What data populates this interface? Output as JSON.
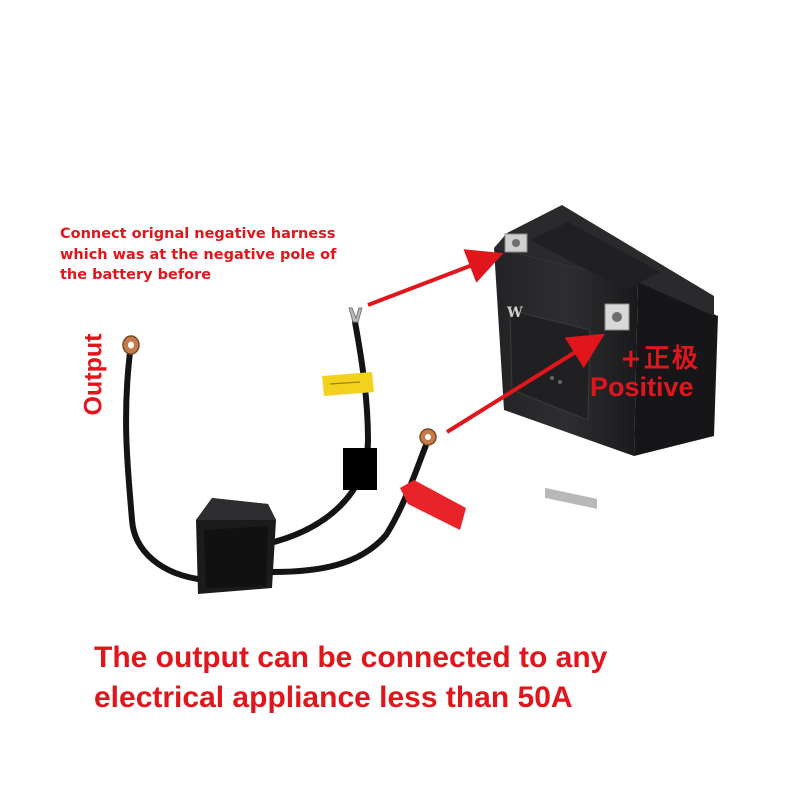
{
  "annotations": {
    "harness_note": [
      "Connect orignal negative harness",
      "which was at the negative pole of",
      "the battery before"
    ],
    "output_label": "Output",
    "positive_cn": "+正极",
    "positive_en": "Positive"
  },
  "caption": [
    "The output can be connected to any",
    "electrical appliance less than 50A"
  ],
  "battery": {
    "brand_mark": "W"
  },
  "colors": {
    "annotation_red": "#e0161c",
    "cable_black": "#141414",
    "battery_body": "#1c1c1e",
    "tape_yellow": "#f3d21e",
    "tape_red": "#e8242a"
  }
}
